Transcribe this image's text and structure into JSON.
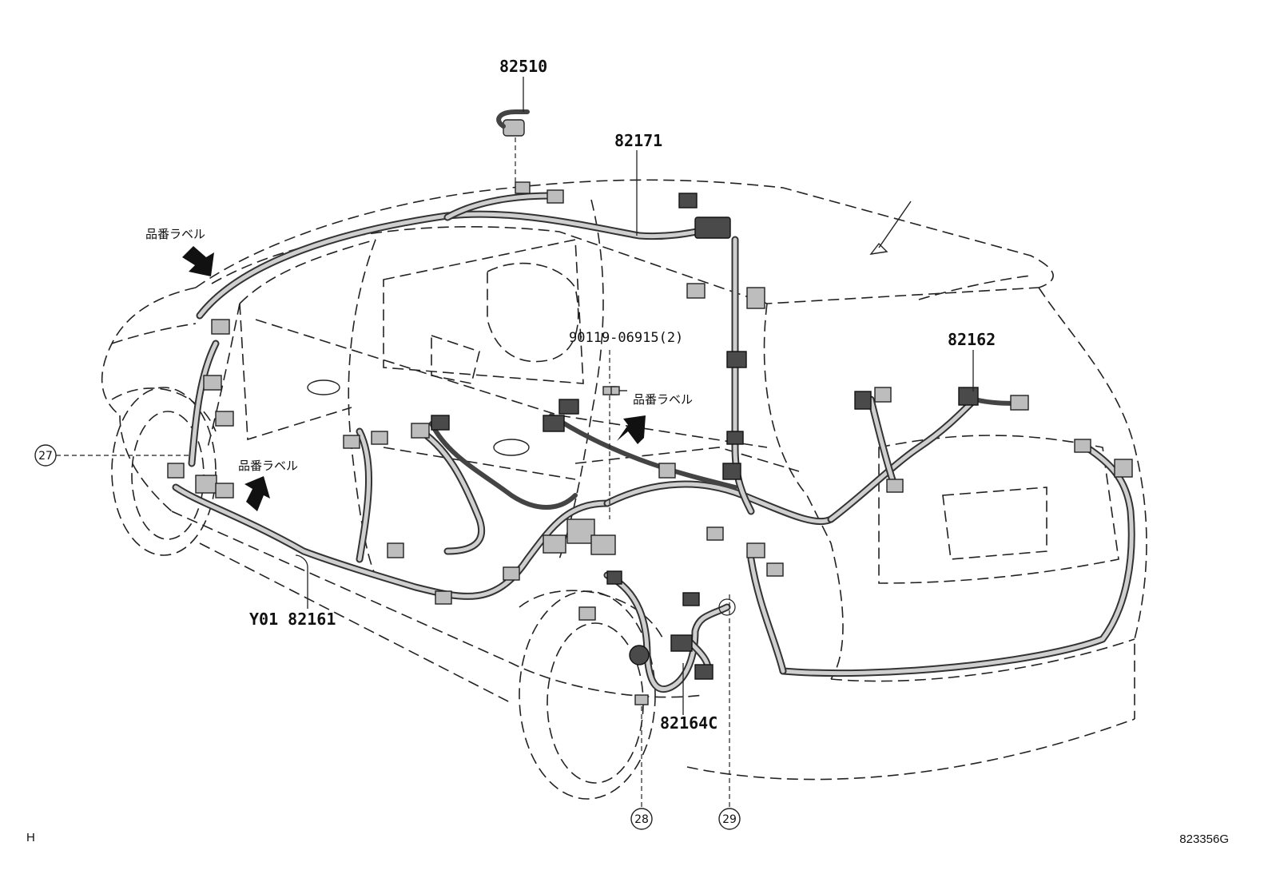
{
  "parts": {
    "p82510": "82510",
    "p82171": "82171",
    "p90119": "90119-06915(2)",
    "p82162": "82162",
    "p82161": "Y01 82161",
    "p82164c": "82164C"
  },
  "labels": {
    "part_number_label": "品番ラベル"
  },
  "refs": {
    "r27": "27",
    "r28": "28",
    "r29": "29"
  },
  "corner": {
    "left": "H",
    "right": "823356G"
  }
}
